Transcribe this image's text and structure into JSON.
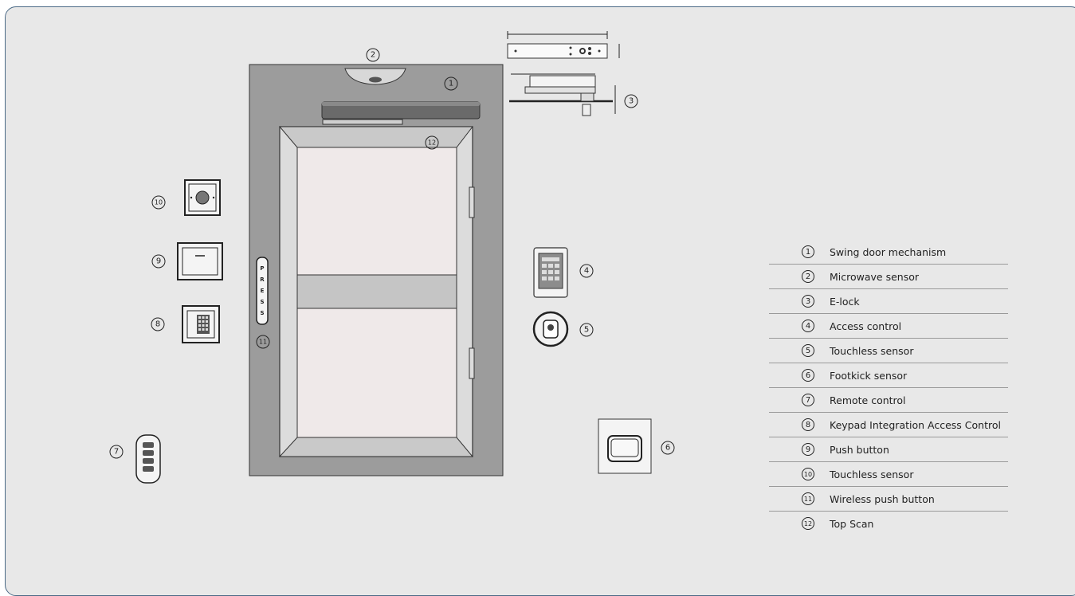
{
  "callouts": {
    "c1": "1",
    "c2": "2",
    "c3": "3",
    "c4": "4",
    "c5": "5",
    "c6": "6",
    "c7": "7",
    "c8": "8",
    "c9": "9",
    "c10": "10",
    "c11": "11",
    "c12": "12"
  },
  "push_button_text": [
    "P",
    "R",
    "E",
    "S",
    "S"
  ],
  "legend": [
    {
      "num": "1",
      "label": "Swing door mechanism"
    },
    {
      "num": "2",
      "label": "Microwave sensor"
    },
    {
      "num": "3",
      "label": "E-lock"
    },
    {
      "num": "4",
      "label": "Access control"
    },
    {
      "num": "5",
      "label": "Touchless sensor"
    },
    {
      "num": "6",
      "label": "Footkick sensor"
    },
    {
      "num": "7",
      "label": "Remote control"
    },
    {
      "num": "8",
      "label": "Keypad Integration Access Control"
    },
    {
      "num": "9",
      "label": "Push button"
    },
    {
      "num": "10",
      "label": "Touchless sensor"
    },
    {
      "num": "11",
      "label": "Wireless push button"
    },
    {
      "num": "12",
      "label": "Top Scan"
    }
  ]
}
